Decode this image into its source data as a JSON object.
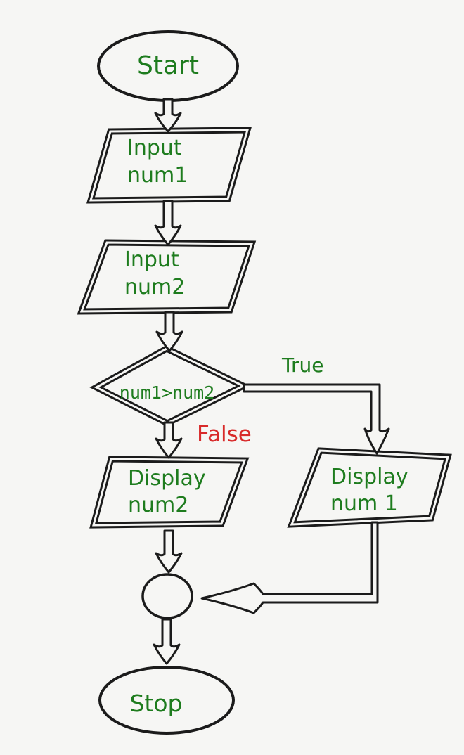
{
  "colors": {
    "green": "#1e7c1e",
    "red": "#d82a2a",
    "ink": "#1b1b1b",
    "paper": "#f6f6f4"
  },
  "nodes": {
    "start": {
      "label": "Start"
    },
    "input1": {
      "lines": [
        "Input",
        "num1"
      ]
    },
    "input2": {
      "lines": [
        "Input",
        "num2"
      ]
    },
    "decision": {
      "label": "num1>num2"
    },
    "display_num2": {
      "lines": [
        "Display",
        "num2"
      ]
    },
    "display_num1": {
      "lines": [
        "Display",
        "num 1"
      ]
    },
    "stop": {
      "label": "Stop"
    }
  },
  "edges": {
    "true_label": "True",
    "false_label": "False"
  }
}
